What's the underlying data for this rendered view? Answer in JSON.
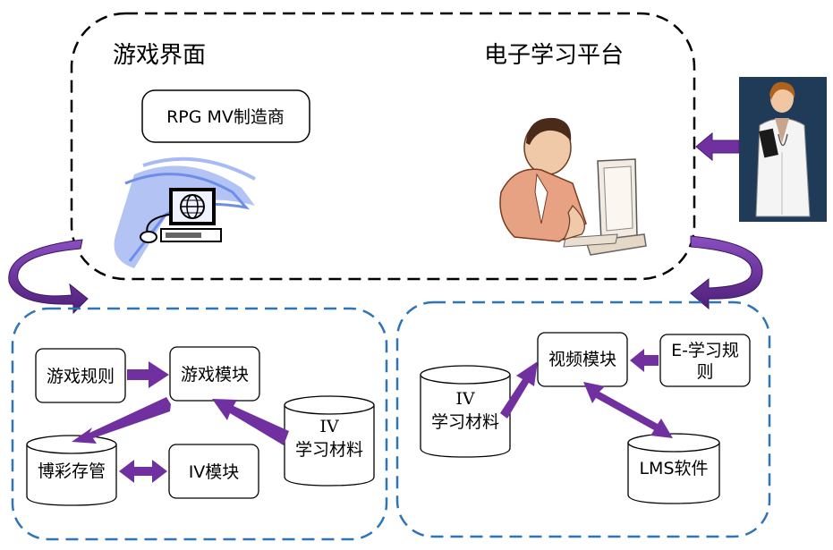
{
  "top_panel": {
    "game_interface_title": "游戏界面",
    "elearning_title": "电子学习平台",
    "rpg_box_label": "RPG MV制造商"
  },
  "left_panel": {
    "game_rules": "游戏规则",
    "game_module": "游戏模块",
    "iv_material_line1": "IV",
    "iv_material_line2": "学习材料",
    "gamble_storage": "博彩存管",
    "iv_module": "IV模块"
  },
  "right_panel": {
    "iv_material_line1": "IV",
    "iv_material_line2": "学习材料",
    "video_module": "视频模块",
    "e_rules_line1": "E-学习规",
    "e_rules_line2": "则",
    "lms_software": "LMS软件"
  },
  "icons": [
    "computer-globe-icon",
    "person-at-computer-icon",
    "doctor-icon"
  ],
  "colors": {
    "arrow_purple": "#7030a0",
    "dashed_blue": "#2e75b6",
    "dashed_black": "#000000"
  }
}
